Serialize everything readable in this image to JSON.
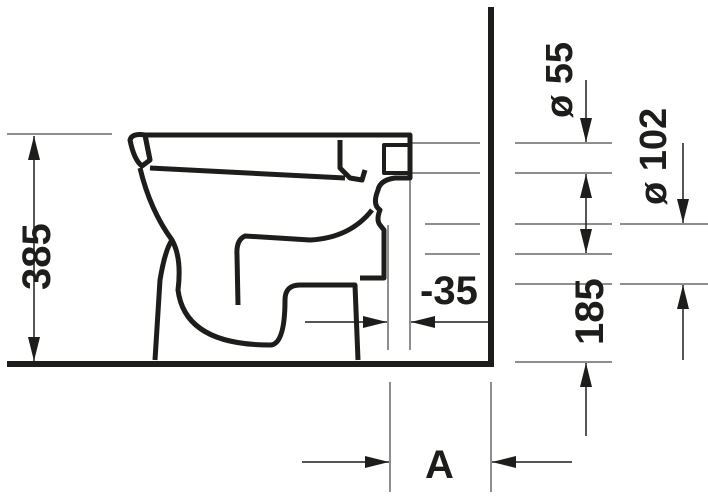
{
  "drawing": {
    "height_label": "385",
    "offset_label": "-35",
    "outlet_height_label": "185",
    "pipe_diameter_small": "ø 55",
    "pipe_diameter_large": "ø 102",
    "distance_label": "A"
  },
  "colors": {
    "line": "#1d1d1b",
    "background": "#ffffff"
  }
}
